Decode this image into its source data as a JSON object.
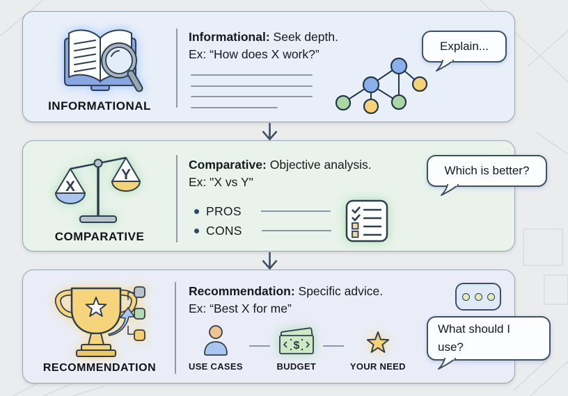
{
  "panels": [
    {
      "name": "INFORMATIONAL",
      "term": "Informational:",
      "desc": "Seek depth.",
      "example": "Ex: “How does X work?”",
      "bubble": "Explain...",
      "icon": "book-magnifier-icon"
    },
    {
      "name": "COMPARATIVE",
      "term": "Comparative:",
      "desc": "Objective analysis.",
      "example": "Ex: \"X vs Y\"",
      "bullets": [
        "PROS",
        "CONS"
      ],
      "bubble": "Which is better?",
      "icon": "balance-scale-icon",
      "scale_left": "X",
      "scale_right": "Y"
    },
    {
      "name": "RECOMMENDATION",
      "term": "Recommendation:",
      "desc": "Specific advice.",
      "example": "Ex: “Best X for me”",
      "factors": [
        "USE CASES",
        "BUDGET",
        "YOUR NEED"
      ],
      "bubble_line1": "What should I",
      "bubble_line2": "use?",
      "budget_symbol": "$",
      "icon": "trophy-icon"
    }
  ],
  "icons": [
    "book-magnifier-icon",
    "balance-scale-icon",
    "trophy-icon",
    "node-graph-icon",
    "checklist-icon",
    "person-icon",
    "money-icon",
    "star-icon",
    "typing-dots-icon",
    "down-arrow-icon",
    "curved-arrow-icon"
  ],
  "colors": {
    "panel_informational_bg": "#e9eff9",
    "panel_comparative_bg": "#e9f3eb",
    "panel_recommendation_bg": "#eaedf7",
    "panel_border": "#9aa5b2",
    "bubble_border": "#3e5068",
    "node_blue": "#8ab0e8",
    "node_green": "#abd6a5",
    "node_yellow": "#f6d377",
    "outline_dark": "#2c3e50",
    "arrow": "#3d4f66"
  }
}
